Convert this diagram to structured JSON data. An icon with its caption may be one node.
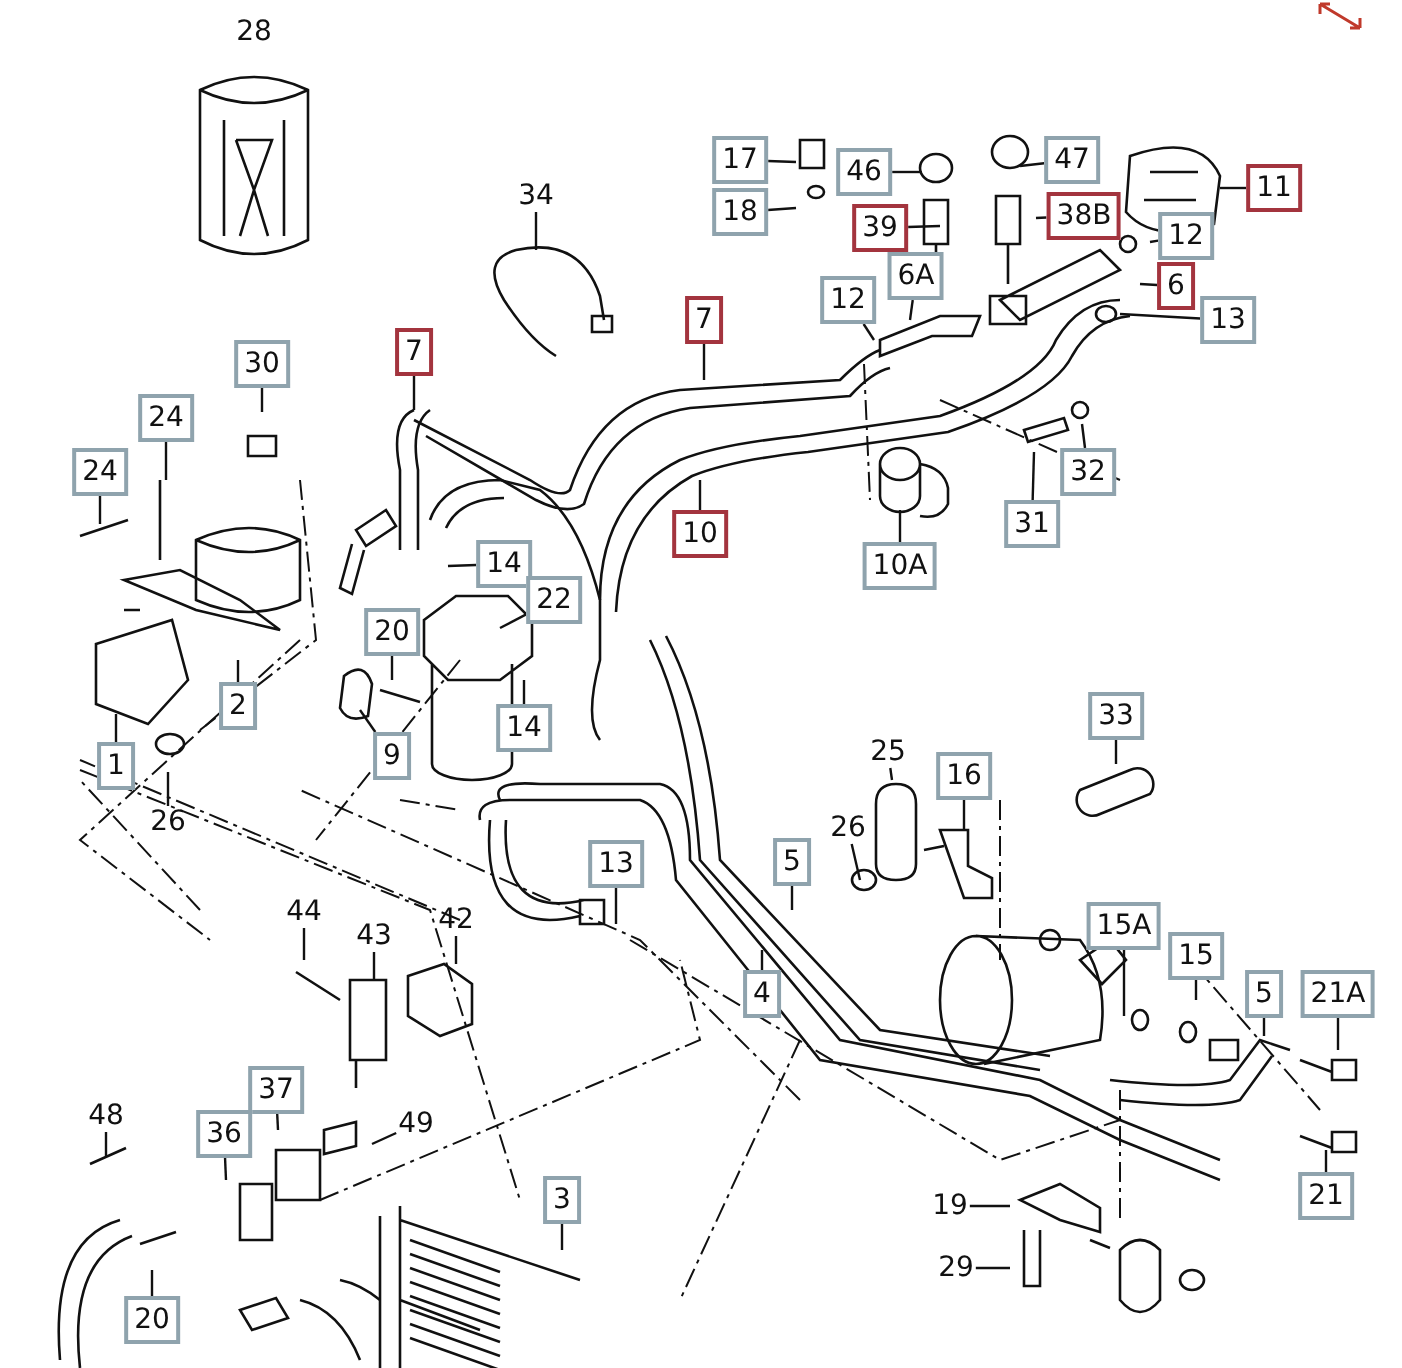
{
  "diagram": {
    "nodes": [
      {
        "text": [
          "28"
        ]
      },
      {
        "text": [
          "17"
        ]
      },
      {
        "text": [
          "18"
        ]
      },
      {
        "text": [
          "34"
        ]
      },
      {
        "text": [
          "46"
        ]
      },
      {
        "text": [
          "39"
        ]
      },
      {
        "text": [
          "47"
        ]
      },
      {
        "text": [
          "38B"
        ]
      },
      {
        "text": [
          "11"
        ]
      },
      {
        "text": [
          "12"
        ]
      },
      {
        "text": [
          "6"
        ]
      },
      {
        "text": [
          "13"
        ]
      },
      {
        "text": [
          "12"
        ]
      },
      {
        "text": [
          "6A"
        ]
      },
      {
        "text": [
          "7"
        ]
      },
      {
        "text": [
          "30"
        ]
      },
      {
        "text": [
          "7"
        ]
      },
      {
        "text": [
          "24"
        ]
      },
      {
        "text": [
          "24"
        ]
      },
      {
        "text": [
          "10"
        ]
      },
      {
        "text": [
          "10A"
        ]
      },
      {
        "text": [
          "32"
        ]
      },
      {
        "text": [
          "31"
        ]
      },
      {
        "text": [
          "14"
        ]
      },
      {
        "text": [
          "22"
        ]
      },
      {
        "text": [
          "20"
        ]
      },
      {
        "text": [
          "2"
        ]
      },
      {
        "text": [
          "14"
        ]
      },
      {
        "text": [
          "1"
        ]
      },
      {
        "text": [
          "9"
        ]
      },
      {
        "text": [
          "33"
        ]
      },
      {
        "text": [
          "26"
        ]
      },
      {
        "text": [
          "25"
        ]
      },
      {
        "text": [
          "16"
        ]
      },
      {
        "text": [
          "26"
        ]
      },
      {
        "text": [
          "13"
        ]
      },
      {
        "text": [
          "5"
        ]
      },
      {
        "text": [
          "4"
        ]
      },
      {
        "text": [
          "15A"
        ]
      },
      {
        "text": [
          "15"
        ]
      },
      {
        "text": [
          "5"
        ]
      },
      {
        "text": [
          "21A"
        ]
      },
      {
        "text": [
          "44"
        ]
      },
      {
        "text": [
          "43"
        ]
      },
      {
        "text": [
          "42"
        ]
      },
      {
        "text": [
          "37"
        ]
      },
      {
        "text": [
          "36"
        ]
      },
      {
        "text": [
          "49"
        ]
      },
      {
        "text": [
          "48"
        ]
      },
      {
        "text": [
          "3"
        ]
      },
      {
        "text": [
          "19"
        ]
      },
      {
        "text": [
          "21"
        ]
      },
      {
        "text": [
          "29"
        ]
      },
      {
        "text": [
          "20"
        ]
      }
    ],
    "edges": [
      {
        "from": 1,
        "to": null,
        "arrow": "none"
      },
      {
        "from": 2,
        "to": null,
        "arrow": "none"
      },
      {
        "from": 3,
        "to": null,
        "arrow": "none"
      },
      {
        "from": 4,
        "to": null,
        "arrow": "none"
      },
      {
        "from": 5,
        "to": null,
        "arrow": "none"
      },
      {
        "from": 6,
        "to": null,
        "arrow": "none"
      },
      {
        "from": 7,
        "to": null,
        "arrow": "none"
      },
      {
        "from": 8,
        "to": null,
        "arrow": "none"
      },
      {
        "from": 9,
        "to": null,
        "arrow": "none"
      },
      {
        "from": 10,
        "to": null,
        "arrow": "none"
      },
      {
        "from": 11,
        "to": null,
        "arrow": "none"
      },
      {
        "from": 12,
        "to": null,
        "arrow": "none"
      },
      {
        "from": 13,
        "to": null,
        "arrow": "none"
      },
      {
        "from": 14,
        "to": null,
        "arrow": "none"
      },
      {
        "from": 15,
        "to": null,
        "arrow": "none"
      },
      {
        "from": 16,
        "to": null,
        "arrow": "none"
      },
      {
        "from": 17,
        "to": null,
        "arrow": "none"
      },
      {
        "from": 18,
        "to": null,
        "arrow": "none"
      },
      {
        "from": 19,
        "to": null,
        "arrow": "none"
      },
      {
        "from": 20,
        "to": null,
        "arrow": "none"
      },
      {
        "from": 21,
        "to": null,
        "arrow": "none"
      },
      {
        "from": 22,
        "to": null,
        "arrow": "none"
      },
      {
        "from": 23,
        "to": null,
        "arrow": "none"
      },
      {
        "from": 24,
        "to": null,
        "arrow": "none"
      },
      {
        "from": 25,
        "to": null,
        "arrow": "none"
      },
      {
        "from": 26,
        "to": null,
        "arrow": "none"
      },
      {
        "from": 27,
        "to": null,
        "arrow": "none"
      },
      {
        "from": 28,
        "to": null,
        "arrow": "none"
      },
      {
        "from": 29,
        "to": null,
        "arrow": "none"
      },
      {
        "from": 30,
        "to": null,
        "arrow": "none"
      },
      {
        "from": 31,
        "to": null,
        "arrow": "none"
      },
      {
        "from": 32,
        "to": null,
        "arrow": "none"
      },
      {
        "from": 33,
        "to": null,
        "arrow": "none"
      },
      {
        "from": 34,
        "to": null,
        "arrow": "none"
      },
      {
        "from": 35,
        "to": null,
        "arrow": "none"
      },
      {
        "from": 36,
        "to": null,
        "arrow": "none"
      },
      {
        "from": 37,
        "to": null,
        "arrow": "none"
      },
      {
        "from": 38,
        "to": null,
        "arrow": "none"
      },
      {
        "from": 39,
        "to": null,
        "arrow": "none"
      },
      {
        "from": 40,
        "to": null,
        "arrow": "none"
      },
      {
        "from": 41,
        "to": null,
        "arrow": "none"
      },
      {
        "from": 42,
        "to": null,
        "arrow": "none"
      },
      {
        "from": 43,
        "to": null,
        "arrow": "none"
      },
      {
        "from": 44,
        "to": null,
        "arrow": "none"
      },
      {
        "from": 45,
        "to": null,
        "arrow": "none"
      },
      {
        "from": 46,
        "to": null,
        "arrow": "none"
      },
      {
        "from": 47,
        "to": null,
        "arrow": "none"
      },
      {
        "from": 48,
        "to": null,
        "arrow": "none"
      },
      {
        "from": 49,
        "to": null,
        "arrow": "none"
      },
      {
        "from": 50,
        "to": null,
        "arrow": "none"
      },
      {
        "from": 51,
        "to": null,
        "arrow": "none"
      },
      {
        "from": 52,
        "to": null,
        "arrow": "none"
      },
      {
        "from": 53,
        "to": null,
        "arrow": "none"
      }
    ]
  }
}
